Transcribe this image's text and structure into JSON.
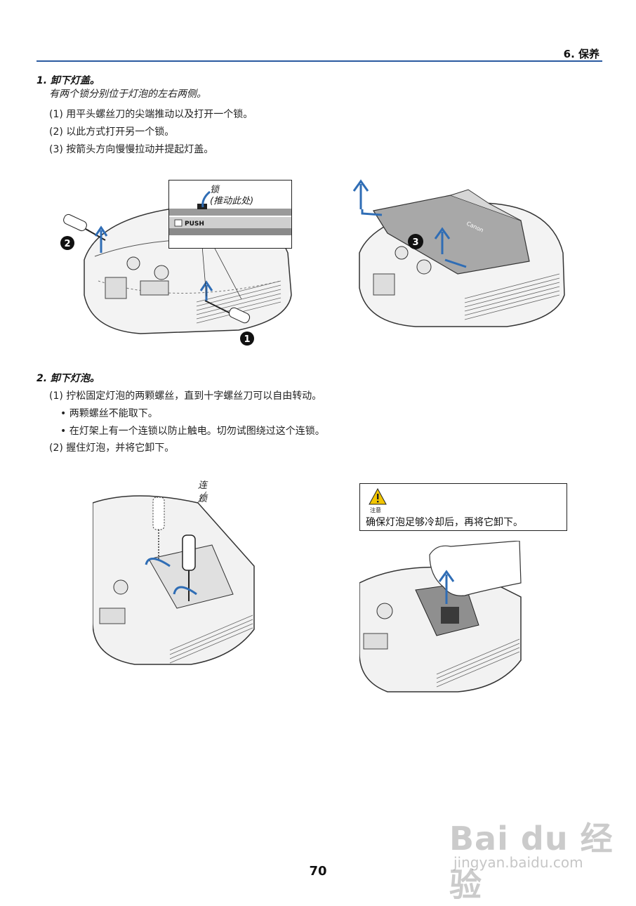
{
  "header": {
    "section_title": "6. 保养"
  },
  "step1": {
    "title": "1.  卸下灯盖。",
    "note": "有两个锁分别位于灯泡的左右两侧。",
    "items": [
      "(1) 用平头螺丝刀的尖端推动以及打开一个锁。",
      "(2) 以此方式打开另一个锁。",
      "(3) 按箭头方向慢慢拉动并提起灯盖。"
    ],
    "figure1": {
      "callout_lock": "锁",
      "callout_push_here": "(推动此处)",
      "push_label": "PUSH",
      "marker_1": "1",
      "marker_2": "2"
    },
    "figure2": {
      "marker_3": "3",
      "brand_text": "Canon"
    }
  },
  "step2": {
    "title": "2.  卸下灯泡。",
    "items": [
      "(1) 拧松固定灯泡的两颗螺丝，直到十字螺丝刀可以自由转动。",
      "• 两颗螺丝不能取下。",
      "• 在灯架上有一个连锁以防止触电。切勿试图绕过这个连锁。",
      "(2) 握住灯泡，并将它卸下。"
    ],
    "figure3": {
      "callout_interlock": "连锁"
    },
    "caution": {
      "label": "注意",
      "text": "确保灯泡足够冷却后，再将它卸下。"
    }
  },
  "footer": {
    "page_number": "70"
  },
  "watermark": {
    "brand": "Bai du 经验",
    "url": "jingyan.baidu.com"
  },
  "colors": {
    "accent_blue": "#2a5aa0",
    "arrow_blue": "#2f6db5",
    "warning_yellow": "#f2c500"
  }
}
